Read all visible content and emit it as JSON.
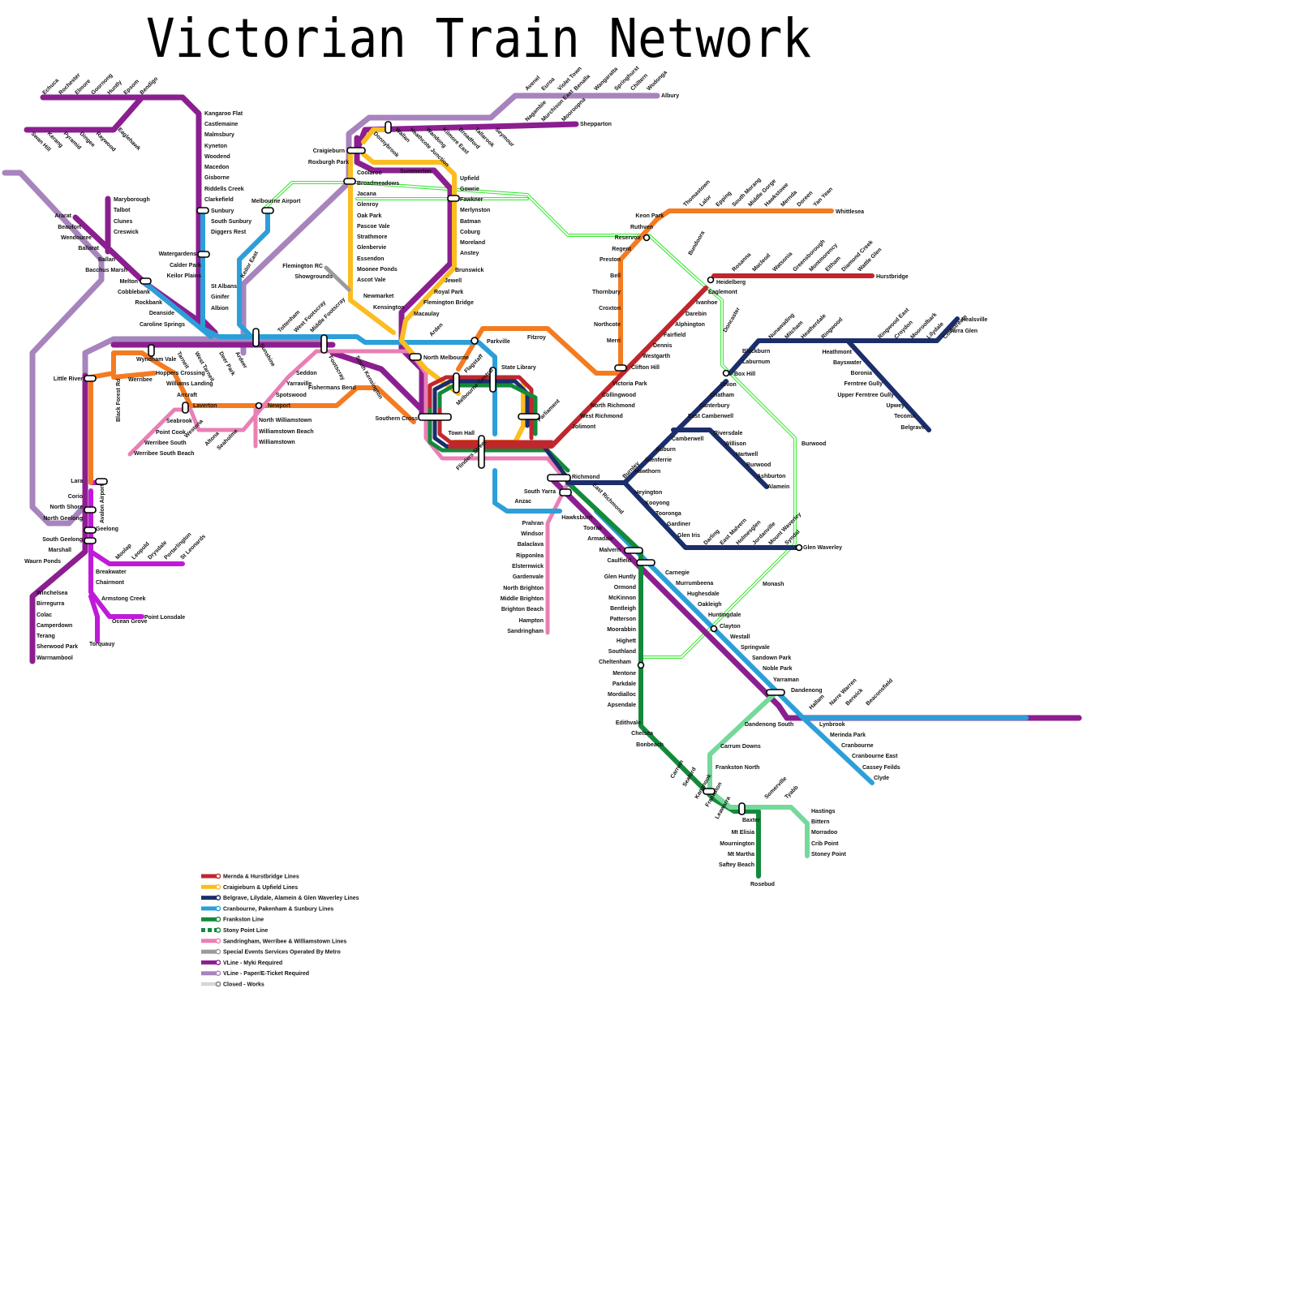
{
  "title": "Victorian Train Network",
  "stations": {
    "echuca": "Echuca",
    "rochester": "Rochester",
    "elmore": "Elmore",
    "goornong": "Goornong",
    "huntly": "Huntly",
    "epsom": "Epsom",
    "bendigo": "Bendigo",
    "swanhill": "Swan Hill",
    "kerang": "Kerang",
    "pyramid": "Pyramid",
    "dingee": "Dingee",
    "raywood": "Raywood",
    "eaglehawk": "Eaglehawk",
    "kangarooflat": "Kangaroo Flat",
    "castlemaine": "Castlemaine",
    "malmsbury": "Malmsbury",
    "kyneton": "Kyneton",
    "woodend": "Woodend",
    "macedon": "Macedon",
    "gisborne": "Gisborne",
    "riddells": "Riddells Creek",
    "clarkefield": "Clarkefield",
    "sunbury": "Sunbury",
    "southsunbury": "South Sunbury",
    "diggersrest": "Diggers Rest",
    "watergardens": "Watergardens",
    "calderpark": "Calder Park",
    "keilorplains": "Keilor Plains",
    "stalbans": "St Albans",
    "ginifer": "Ginifer",
    "albion": "Albion",
    "maryborough": "Maryborough",
    "talbot": "Talbot",
    "clunes": "Clunes",
    "creswick": "Creswick",
    "ararat": "Ararat",
    "beaufort": "Beaufort",
    "wendouree": "Wendouree",
    "ballarat": "Ballarat",
    "ballan": "Ballan",
    "bacchus": "Bacchus Marsh",
    "melton": "Melton",
    "cobblebank": "Cobblebank",
    "rockbank": "Rockbank",
    "deanside": "Deanside",
    "caroline": "Caroline Springs",
    "airport": "Melbourne Airport",
    "keiloreast": "Keilor East",
    "wyndhamvale": "Wyndham Vale",
    "tarneit": "Tarneit",
    "westtarneit": "West Tarneit",
    "deerpark": "Deer Park",
    "ardeer": "Ardeer",
    "sunshine": "Sunshine",
    "tottenham": "Tottenham",
    "westfootscray": "West Footscray",
    "middlefootscray": "Middle Footscray",
    "footscray": "Footscray",
    "southken": "South Kensington",
    "seddon": "Seddon",
    "yarraville": "Yarraville",
    "spotswood": "Spotswood",
    "littleriver": "Little River",
    "werribee": "Werribee",
    "hoppers": "Hoppers Crossing",
    "williamslanding": "Williams Landing",
    "aircraft": "Aircraft",
    "laverton": "Laverton",
    "newport": "Newport",
    "blackforest": "Black Forest Rd",
    "seabrook": "Seabrook",
    "pointcook": "Point Cook",
    "werribeesouth": "Werribee South",
    "werribeesouthbeach": "Werribee South Beach",
    "westona": "Westona",
    "altona": "Altona",
    "seaholme": "Seaholme",
    "northwill": "North Williamstown",
    "willbeach": "Williamstown Beach",
    "williamstown": "Williamstown",
    "fishermans": "Fishermans Bend",
    "lara": "Lara",
    "corio": "Corio",
    "northshore": "North Shore",
    "northgeelong": "North Geelong",
    "geelong": "Geelong",
    "southgeelong": "South Geelong",
    "marshall": "Marshall",
    "waurn": "Waurn Ponds",
    "avalon": "Avalon Airport",
    "winchelsea": "Winchelsea",
    "birregurra": "Birregurra",
    "colac": "Colac",
    "camperdown": "Camperdown",
    "terang": "Terang",
    "sherwood": "Sherwood Park",
    "warrnambool": "Warrnambool",
    "moolap": "Moolap",
    "leopold": "Leopold",
    "drysdale": "Drysdale",
    "portarlington": "Portarlington",
    "stleonards": "St Leonards",
    "breakwater": "Breakwater",
    "chairmont": "Chairmont",
    "armstrong": "Armstong Creek",
    "oceangrove": "Ocean Grove",
    "pointlonsdale": "Point Lonsdale",
    "torquay": "Torquauy",
    "avenel": "Avenel",
    "euroa": "Euroa",
    "violettown": "Violet Town",
    "benalla": "Benalla",
    "wangaratta": "Wangaratta",
    "springhurst": "Springhurst",
    "chiltern": "Chiltern",
    "wodonga": "Wodonga",
    "albury": "Albury",
    "nagambie": "Nagambie",
    "murchisoneast": "Murchison East",
    "mooroopna": "Mooroopna",
    "shepparton": "Shepparton",
    "wallan": "Wallan",
    "heathcote": "Heathcote Junction",
    "wandong": "Wandong",
    "kilmore": "Kilmore East",
    "broadford": "Broadford",
    "tallarook": "Tallarook",
    "seymour": "Seymour",
    "donnybrook": "Donnybrook",
    "summerton": "Summerton",
    "craigieburn": "Craigieburn",
    "roxburgh": "Roxburgh Park",
    "coolaroo": "Coolaroo",
    "broadmeadows": "Broadmeadows",
    "jacana": "Jacana",
    "glenroy": "Glenroy",
    "oakpark": "Oak Park",
    "pascoevale": "Pascoe Vale",
    "strathmore": "Strathmore",
    "glenbervie": "Glenbervie",
    "essendon": "Essendon",
    "mooneeponds": "Moonee Ponds",
    "ascotvale": "Ascot Vale",
    "newmarket": "Newmarket",
    "kensington": "Kensington",
    "flemingtonrc": "Flemington RC",
    "showgrounds": "Showgrounds",
    "upfield": "Upfield",
    "gowrie": "Gowrie",
    "fawkner": "Fawkner",
    "merlynston": "Merlynston",
    "batman": "Batman",
    "coburg": "Coburg",
    "moreland": "Moreland",
    "anstey": "Anstey",
    "brunswick": "Brunswick",
    "jewell": "Jewell",
    "royalpark": "Royal Park",
    "flemingtonbridge": "Flemington Bridge",
    "macaulay": "Macaulay",
    "arden": "Arden",
    "parkville": "Parkville",
    "northmelbourne": "North Melbourne",
    "fitzroy": "Fitzroy",
    "flagstaff": "Flagstaff",
    "statelibrary": "State Library",
    "melbcentral": "Melbourne Central",
    "parliament": "Parliament",
    "southerncross": "Southern Cross",
    "townhall": "Town Hall",
    "flinders": "Flinders Street",
    "anzac": "Anzac",
    "richmond": "Richmond",
    "eastrichmond": "East Richmond",
    "burnley": "Burnley",
    "southyarra": "South Yarra",
    "keonpark": "Keon Park",
    "thomastown": "Thomastown",
    "lalor": "Lalor",
    "epping": "Epping",
    "southmorang": "South Morang",
    "middlegorge": "Middle Gorge",
    "hawkstowe": "Hawkstowe",
    "mernda": "Mernda",
    "doreen": "Doreen",
    "yanyean": "Yan Yean",
    "whittlesea": "Whittlesea",
    "ruthven": "Ruthven",
    "reservoir": "Reservoir",
    "regent": "Regent",
    "preston": "Preston",
    "bell": "Bell",
    "thornbury": "Thornbury",
    "croxton": "Croxton",
    "northcote": "Northcote",
    "merri": "Merri",
    "bundoora": "Bundoora",
    "heidelberg": "Heidelberg",
    "rosanna": "Rosanna",
    "macleod": "Macleod",
    "watsonia": "Watsonia",
    "greensborough": "Greensborough",
    "montmorency": "Montmorency",
    "eltham": "Eltham",
    "diamondcreek": "Diamond Creek",
    "wattleglen": "Wattle Glen",
    "hurstbridge": "Hurstbridge",
    "eaglemont": "Eaglemont",
    "ivanhoe": "Ivanhoe",
    "darebin": "Darebin",
    "alphington": "Alphington",
    "fairfield": "Fairfield",
    "dennis": "Dennis",
    "westgarth": "Westgarth",
    "cliftonhill": "Clifton Hill",
    "victoriapark": "Victoria Park",
    "collingwood": "Collingwood",
    "northrichmond": "North Richmond",
    "westrichmond": "West Richmond",
    "jolimont": "Jolimont",
    "doncaster": "Doncaster",
    "blackburn": "Blackburn",
    "laburnum": "Laburnum",
    "boxhill": "Box Hill",
    "nunawading": "Nunawading",
    "mitcham": "Mitcham",
    "heatherdale": "Heatherdale",
    "ringwood": "Ringwood",
    "ringwoodeast": "Ringwood East",
    "croydon": "Croydon",
    "mooroolbark": "Mooroolbark",
    "lilydale": "Lilydale",
    "coldstream": "Coldstream",
    "healsville": "Healsville",
    "yarraglen": "Yarra Glen",
    "heathmont": "Heathmont",
    "bayswater": "Bayswater",
    "boronia": "Boronia",
    "ferntree": "Ferntree Gully",
    "upperferntree": "Upper Ferntree Gully",
    "upwey": "Upwey",
    "tecoma": "Tecoma",
    "belgrave": "Belgrave",
    "union": "Union",
    "chatham": "Chatham",
    "canterbury": "Canterbury",
    "eastcamberwell": "East Camberwell",
    "camberwell": "Camberwell",
    "auburn": "Auburn",
    "glenferrie": "Glenferrie",
    "hawthorn": "Hawthorn",
    "riversdale": "Riversdale",
    "willison": "Willison",
    "hartwell": "Hartwell",
    "burwoodal": "Burwood",
    "ashburton": "Ashburton",
    "alamein": "Alamein",
    "heyington": "Heyington",
    "kooyong": "Kooyong",
    "tooronga": "Tooronga",
    "gardiner": "Gardiner",
    "gleniris": "Glen Iris",
    "darling": "Darling",
    "eastmalvern": "East Malvern",
    "holmesglen": "Holmesglen",
    "jordanville": "Jordanville",
    "mountwaverley": "Mount Waverley",
    "syndal": "Syndal",
    "glenwaverley": "Glen Waverley",
    "burwood": "Burwood",
    "monash": "Monash",
    "prahran": "Prahran",
    "windsor": "Windsor",
    "balaclava": "Balaclava",
    "ripponlea": "Ripponlea",
    "elsternwick": "Elsternwick",
    "gardenvale": "Gardenvale",
    "northbrighton": "North Brighton",
    "middlebrighton": "Middle Brighton",
    "brightonbeach": "Brighton Beach",
    "hampton": "Hampton",
    "sandringham": "Sandringham",
    "hawksburn": "Hawksburn",
    "toorak": "Toorak",
    "armadale": "Armadale",
    "malvern": "Malvern",
    "caulfield": "Caulfield",
    "glenhuntly": "Glen Huntly",
    "ormond": "Ormond",
    "mckinnon": "McKinnon",
    "bentleigh": "Bentleigh",
    "patterson": "Patterson",
    "moorabbin": "Moorabbin",
    "highett": "Highett",
    "southland": "Southland",
    "cheltenham": "Cheltenham",
    "mentone": "Mentone",
    "parkdale": "Parkdale",
    "mordialloc": "Mordialloc",
    "aspendale": "Apsendale",
    "edithvale": "Edithvale",
    "chelsea": "Chelsea",
    "bonbeach": "Bonbeach",
    "carrum": "Carrum",
    "seaford": "Seaford",
    "kananook": "Kananook",
    "frankston": "Frankston",
    "leawarra": "Leawarra",
    "baxter": "Baxter",
    "carnegie": "Carnegie",
    "murrumbeena": "Murrumbeena",
    "hughesdale": "Hughesdale",
    "oakleigh": "Oakleigh",
    "huntingdale": "Huntingdale",
    "clayton": "Clayton",
    "westall": "Westall",
    "springvale": "Springvale",
    "sandownpark": "Sandown Park",
    "noblepark": "Noble Park",
    "yarraman": "Yarraman",
    "dandenong": "Dandenong",
    "hallam": "Hallam",
    "narrewarren": "Narre Warren",
    "berwick": "Berwick",
    "beaconsfield": "Beaconsfield",
    "lynbrook": "Lynbrook",
    "merindapark": "Merinda Park",
    "cranbourne": "Cranbourne",
    "cranbourneeast": "Cranbourne East",
    "caseyfields": "Cassey Feilds",
    "clyde": "Clyde",
    "dandenongsouth": "Dandenong South",
    "carrumdowns": "Carrum Downs",
    "frankstonnorth": "Frankston North",
    "somerville": "Somerville",
    "tyabb": "Tyabb",
    "hastings": "Hastings",
    "bittern": "Bittern",
    "morradoo": "Morradoo",
    "cribpoint": "Crib Point",
    "stoneypoint": "Stoney Point",
    "mtelisia": "Mt Elisia",
    "mournington": "Mournington",
    "mtmartha": "Mt Martha",
    "saftey": "Saftey Beach",
    "rosebud": "Rosebud"
  },
  "legend": [
    {
      "label": "Mernda & Hurstbridge Lines",
      "color": "#c0272d"
    },
    {
      "label": "Craigieburn & Upfield Lines",
      "color": "#fbbd1f"
    },
    {
      "label": "Belgrave, Lilydale, Alamein & Glen Waverley Lines",
      "color": "#1b2e6b"
    },
    {
      "label": "Cranbourne, Pakenham & Sunbury Lines",
      "color": "#2c9fd9"
    },
    {
      "label": "Frankston Line",
      "color": "#138a3b"
    },
    {
      "label": "Stony Point Line",
      "color": "#138a3b"
    },
    {
      "label": "Sandringham, Werribee & Williamstown Lines",
      "color": "#e97fb5"
    },
    {
      "label": "Special Events Services Operated By Metro",
      "color": "#9b9b9b"
    },
    {
      "label": "VLine - Myki Required",
      "color": "#8b1f8f"
    },
    {
      "label": "VLine - Paper/E-Ticket Required",
      "color": "#a784bd"
    },
    {
      "label": "Closed - Works",
      "color": "#9b9b9b"
    }
  ],
  "colors": {
    "mernda": "#c0272d",
    "craigieburn": "#fbbd1f",
    "belgrave": "#1b2e6b",
    "cranbourne": "#2c9fd9",
    "frankston": "#138a3b",
    "stony": "#74d99a",
    "sandringham": "#e97fb5",
    "werribee": "#f47b20",
    "special": "#9b9b9b",
    "vline": "#8b1f8f",
    "vlinepaper": "#a784bd",
    "closed": "#7ef07a",
    "geelongpurple": "#c01ad9"
  }
}
